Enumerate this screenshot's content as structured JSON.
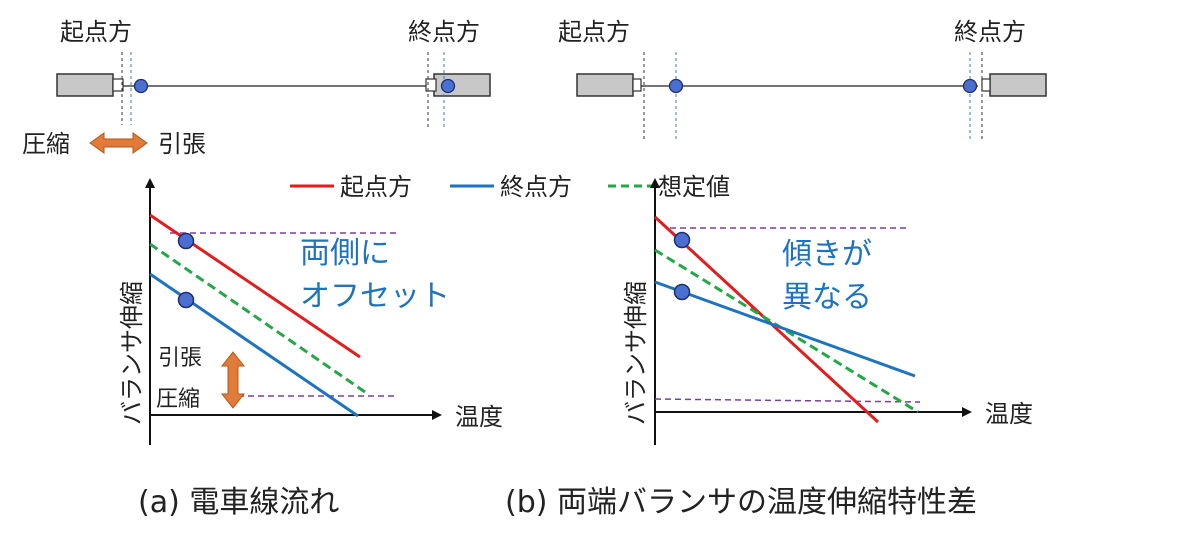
{
  "wire_diagram": {
    "start_label": "起点方",
    "end_label": "終点方",
    "compress_label": "圧縮",
    "tension_label": "引張"
  },
  "legend": [
    {
      "label": "起点方",
      "color": "#e01e1e",
      "dash": false
    },
    {
      "label": "終点方",
      "color": "#1e73be",
      "dash": false
    },
    {
      "label": "想定値",
      "color": "#22a845",
      "dash": true
    }
  ],
  "charts": {
    "a": {
      "ylabel": "バランサ伸縮",
      "xlabel": "温度",
      "annotation_line1": "両側に",
      "annotation_line2": "オフセット",
      "tension_label": "引張",
      "compress_label": "圧縮",
      "caption": "(a)  電車線流れ"
    },
    "b": {
      "ylabel": "バランサ伸縮",
      "xlabel": "温度",
      "annotation_line1": "傾きが",
      "annotation_line2": "異なる",
      "caption": "(b)  両端バランサの温度伸縮特性差"
    }
  },
  "colors": {
    "start_line": "#e01e1e",
    "end_line": "#1e73be",
    "assumed_line": "#22a845",
    "limit_line": "#7b3fa0",
    "marker_fill": "#4a6fd0",
    "arrow": "#e07b39",
    "balancer_fill": "#c8c8c8"
  }
}
